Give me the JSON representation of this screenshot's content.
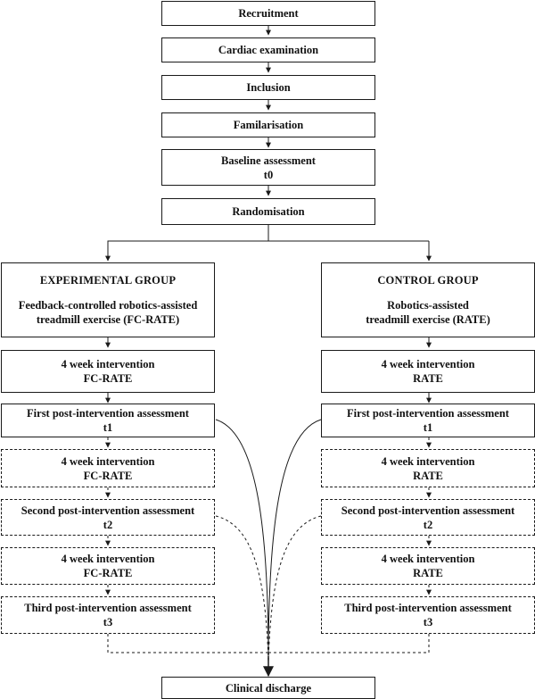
{
  "flow": {
    "recruitment": "Recruitment",
    "cardiac": "Cardiac examination",
    "inclusion": "Inclusion",
    "familiarisation": "Familarisation",
    "baseline": [
      "Baseline assessment",
      "t0"
    ],
    "randomisation": "Randomisation",
    "discharge": "Clinical discharge"
  },
  "experimental": {
    "group_title": "EXPERIMENTAL GROUP",
    "description": [
      "Feedback-controlled robotics-assisted",
      "treadmill exercise (FC-RATE)"
    ],
    "intervention_1": [
      "4 week intervention",
      "FC-RATE"
    ],
    "assessment_1": [
      "First post-intervention assessment",
      "t1"
    ],
    "intervention_2": [
      "4 week intervention",
      "FC-RATE"
    ],
    "assessment_2": [
      "Second post-intervention assessment",
      "t2"
    ],
    "intervention_3": [
      "4 week intervention",
      "FC-RATE"
    ],
    "assessment_3": [
      "Third post-intervention assessment",
      "t3"
    ]
  },
  "control": {
    "group_title": "CONTROL GROUP",
    "description": [
      "Robotics-assisted",
      "treadmill exercise (RATE)"
    ],
    "intervention_1": [
      "4 week intervention",
      "RATE"
    ],
    "assessment_1": [
      "First post-intervention assessment",
      "t1"
    ],
    "intervention_2": [
      "4 week intervention",
      "RATE"
    ],
    "assessment_2": [
      "Second post-intervention assessment",
      "t2"
    ],
    "intervention_3": [
      "4 week intervention",
      "RATE"
    ],
    "assessment_3": [
      "Third post-intervention assessment",
      "t3"
    ]
  },
  "style": {
    "line_color": "#1a1a1a",
    "box_border": "#1a1a1a",
    "text_color": "#111111",
    "background": "#ffffff"
  }
}
